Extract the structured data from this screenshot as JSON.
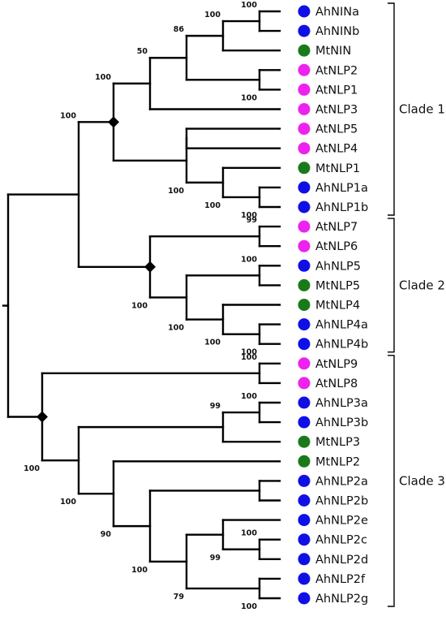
{
  "colors": {
    "Ah": "#1010e6",
    "At": "#ee22ee",
    "Mt": "#1a7a1a",
    "node_marker": "#000000"
  },
  "leaves": [
    {
      "label": "AhNINa",
      "group": "Ah"
    },
    {
      "label": "AhNINb",
      "group": "Ah"
    },
    {
      "label": "MtNIN",
      "group": "Mt"
    },
    {
      "label": "AtNLP2",
      "group": "At"
    },
    {
      "label": "AtNLP1",
      "group": "At"
    },
    {
      "label": "AtNLP3",
      "group": "At"
    },
    {
      "label": "AtNLP5",
      "group": "At"
    },
    {
      "label": "AtNLP4",
      "group": "At"
    },
    {
      "label": "MtNLP1",
      "group": "Mt"
    },
    {
      "label": "AhNLP1a",
      "group": "Ah"
    },
    {
      "label": "AhNLP1b",
      "group": "Ah"
    },
    {
      "label": "AtNLP7",
      "group": "At"
    },
    {
      "label": "AtNLP6",
      "group": "At"
    },
    {
      "label": "AhNLP5",
      "group": "Ah"
    },
    {
      "label": "MtNLP5",
      "group": "Mt"
    },
    {
      "label": "MtNLP4",
      "group": "Mt"
    },
    {
      "label": "AhNLP4a",
      "group": "Ah"
    },
    {
      "label": "AhNLP4b",
      "group": "Ah"
    },
    {
      "label": "AtNLP9",
      "group": "At"
    },
    {
      "label": "AtNLP8",
      "group": "At"
    },
    {
      "label": "AhNLP3a",
      "group": "Ah"
    },
    {
      "label": "AhNLP3b",
      "group": "Ah"
    },
    {
      "label": "MtNLP3",
      "group": "Mt"
    },
    {
      "label": "MtNLP2",
      "group": "Mt"
    },
    {
      "label": "AhNLP2a",
      "group": "Ah"
    },
    {
      "label": "AhNLP2b",
      "group": "Ah"
    },
    {
      "label": "AhNLP2e",
      "group": "Ah"
    },
    {
      "label": "AhNLP2c",
      "group": "Ah"
    },
    {
      "label": "AhNLP2d",
      "group": "Ah"
    },
    {
      "label": "AhNLP2f",
      "group": "Ah"
    },
    {
      "label": "AhNLP2g",
      "group": "Ah"
    }
  ],
  "nodes": [
    {
      "id": "n_nin",
      "children": [
        0,
        1
      ],
      "support": "100"
    },
    {
      "id": "n_nin3",
      "children": [
        "n_nin",
        2
      ],
      "support": "100"
    },
    {
      "id": "n_at12",
      "children": [
        3,
        4
      ],
      "support": "100"
    },
    {
      "id": "n_86",
      "children": [
        "n_nin3",
        "n_at12"
      ],
      "support": "86"
    },
    {
      "id": "n_50",
      "children": [
        "n_86",
        5
      ],
      "support": "50"
    },
    {
      "id": "n_at54",
      "children": [
        6,
        7
      ],
      "support": ""
    },
    {
      "id": "n_ah1",
      "children": [
        9,
        10
      ],
      "support": "100"
    },
    {
      "id": "n_mt1",
      "children": [
        8,
        "n_ah1"
      ],
      "support": "100"
    },
    {
      "id": "n_g2",
      "children": [
        "n_at54",
        "n_mt1"
      ],
      "support": "100"
    },
    {
      "id": "n_clade1",
      "children": [
        "n_50",
        "n_g2"
      ],
      "support": "100",
      "marker": true
    },
    {
      "id": "n_at76",
      "children": [
        11,
        12
      ],
      "support": "99"
    },
    {
      "id": "n_ah5",
      "children": [
        13,
        14
      ],
      "support": "100"
    },
    {
      "id": "n_ah4",
      "children": [
        16,
        17
      ],
      "support": "100"
    },
    {
      "id": "n_mt4",
      "children": [
        15,
        "n_ah4"
      ],
      "support": "100"
    },
    {
      "id": "n_g5",
      "children": [
        "n_ah5",
        "n_mt4"
      ],
      "support": "100"
    },
    {
      "id": "n_clade2",
      "children": [
        "n_at76",
        "n_g5"
      ],
      "support": "100",
      "marker": true
    },
    {
      "id": "n_c12",
      "children": [
        "n_clade1",
        "n_clade2"
      ],
      "support": "100"
    },
    {
      "id": "n_at98",
      "children": [
        18,
        19
      ],
      "support": "100"
    },
    {
      "id": "n_ah3",
      "children": [
        20,
        21
      ],
      "support": "100"
    },
    {
      "id": "n_mt3",
      "children": [
        "n_ah3",
        22
      ],
      "support": "99"
    },
    {
      "id": "n_ah2ab",
      "children": [
        24,
        25
      ],
      "support": ""
    },
    {
      "id": "n_ah2cd",
      "children": [
        27,
        28
      ],
      "support": "100"
    },
    {
      "id": "n_e_cd",
      "children": [
        26,
        "n_ah2cd"
      ],
      "support": ""
    },
    {
      "id": "n_ah2fg",
      "children": [
        29,
        30
      ],
      "support": "100"
    },
    {
      "id": "n_79",
      "children": [
        "n_e_cd",
        "n_ah2fg"
      ],
      "support": "79"
    },
    {
      "id": "n_99b",
      "children": [
        26,
        "n_79"
      ],
      "support": "99"
    },
    {
      "id": "n_ah2",
      "children": [
        "n_ah2ab",
        "n_99b"
      ],
      "support": "100"
    },
    {
      "id": "n_90",
      "children": [
        23,
        "n_ah2"
      ],
      "support": "90"
    },
    {
      "id": "n_100c",
      "children": [
        "n_mt3",
        "n_90"
      ],
      "support": "100"
    },
    {
      "id": "n_clade3",
      "children": [
        "n_at98",
        "n_100c"
      ],
      "support": "100",
      "marker": true
    },
    {
      "id": "root",
      "children": [
        "n_c12",
        "n_clade3"
      ],
      "support": ""
    }
  ],
  "clades": [
    {
      "label": "Clade 1",
      "from": 0,
      "to": 10
    },
    {
      "label": "Clade 2",
      "from": 11,
      "to": 17
    },
    {
      "label": "Clade 3",
      "from": 18,
      "to": 30
    }
  ]
}
